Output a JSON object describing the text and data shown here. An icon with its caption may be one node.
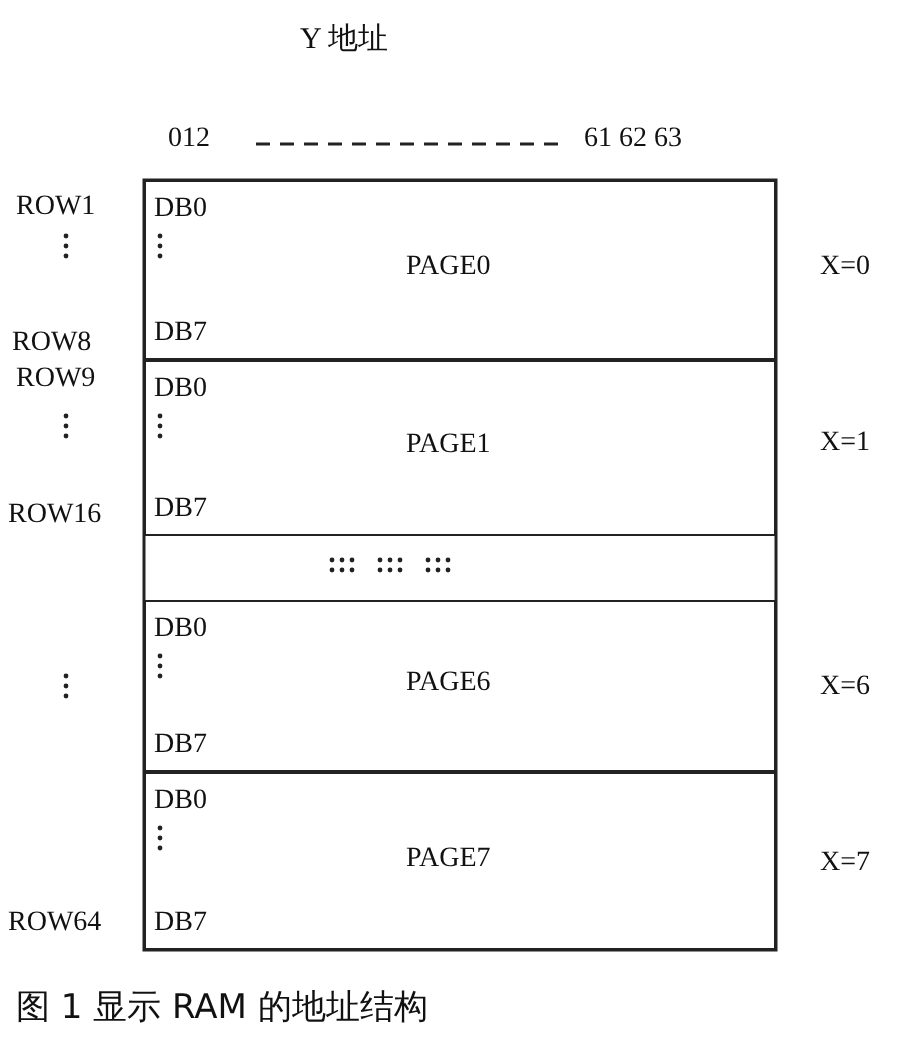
{
  "diagram": {
    "title": "Y 地址",
    "caption": "图 1 显示 RAM 的地址结构",
    "nodes": [
      {
        "text": [
          "DB0",
          "PAGE0",
          "DB7"
        ],
        "beside": [
          "ROW1",
          "ROW8",
          "X=0"
        ]
      },
      {
        "text": [
          "DB0",
          "PAGE1",
          "DB7"
        ],
        "beside": [
          "ROW9",
          "ROW16",
          "X=1"
        ]
      },
      {
        "text": [
          "DB0",
          "PAGE6",
          "DB7"
        ],
        "beside": [
          "X=6"
        ]
      },
      {
        "text": [
          "DB0",
          "PAGE7",
          "DB7"
        ],
        "beside": [
          "ROW64",
          "X=7"
        ]
      }
    ],
    "labels": [
      "012",
      "61 62 63"
    ]
  }
}
